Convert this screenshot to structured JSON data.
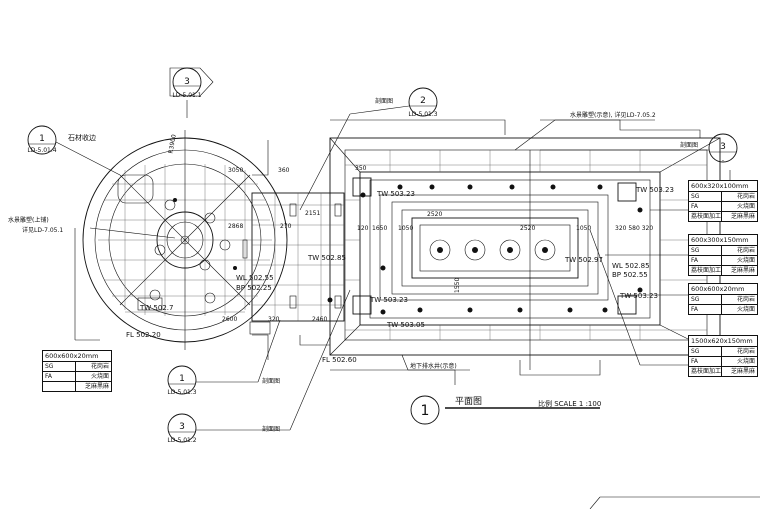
{
  "callouts": {
    "c_top": {
      "num": "3",
      "ref": "LD-5.01.1"
    },
    "c_left": {
      "num": "1",
      "ref": "LD-5.01.4"
    },
    "c_mid": {
      "num": "2",
      "ref": "LD-5.01.3"
    },
    "c_right": {
      "num": "3",
      "ref": "-"
    },
    "c_b1": {
      "num": "1",
      "ref": "LD-5.01.3"
    },
    "c_b2": {
      "num": "3",
      "ref": "LD-5.01.2"
    }
  },
  "labels": {
    "stone_edge": "石材收边",
    "water_feature_left_1": "水景雕塑(上铺)",
    "water_feature_left_2": "详见LD-7.05.1",
    "water_feature_right": "水景雕塑(示意), 详见LD-7.05.2",
    "section_mid": "剖面图",
    "section_right": "剖面图",
    "section_b1": "剖面图",
    "section_b2": "剖面图",
    "drain_note": "地下排水井(示意)",
    "dim_r": "R3900"
  },
  "elevations": {
    "tw_1": "TW 503.23",
    "tw_2": "TW 502.85",
    "tw_3": "TW 502.97",
    "tw_4": "TW 503.23",
    "tw_5": "TW 503.23",
    "tw_6": "TW 503.05",
    "tw_7": "TW 502.7",
    "wl_1": "WL 502.55",
    "bp_1": "BP 502.25",
    "wl_2": "WL 502.85",
    "bp_2": "BP 502.55",
    "fl_1": "FL 502.20",
    "fl_2": "FL 502.60"
  },
  "dimensions": {
    "d3050": "3050",
    "d360": "360",
    "d2868": "2868",
    "d2151": "2151",
    "d270": "270",
    "d320": "320",
    "d2520": "2520",
    "d2520b": "2520",
    "d1050": "1050",
    "d1050b": "1050",
    "d120": "120",
    "d1650": "1650",
    "d1550": "1550",
    "d2460": "2460",
    "d2600": "2600",
    "d350": "350",
    "d580": "320 580 320"
  },
  "material_tables": [
    {
      "spec": "600x320x100mm",
      "rows": [
        [
          "SG",
          "花岗岩"
        ],
        [
          "FA",
          "火烧面"
        ],
        [
          "荔枝面加工",
          "芝麻黑麻"
        ]
      ]
    },
    {
      "spec": "600x300x150mm",
      "rows": [
        [
          "SG",
          "花岗岩"
        ],
        [
          "FA",
          "火烧面"
        ],
        [
          "荔枝面加工",
          "芝麻黑麻"
        ]
      ]
    },
    {
      "spec": "600x600x20mm",
      "rows": [
        [
          "SG",
          "花岗岩"
        ],
        [
          "FA",
          "火烧面"
        ]
      ]
    },
    {
      "spec": "1500x620x150mm",
      "rows": [
        [
          "SG",
          "花岗岩"
        ],
        [
          "FA",
          "火烧面"
        ],
        [
          "荔枝面加工",
          "芝麻黑麻"
        ]
      ]
    },
    {
      "spec": "600x600x20mm",
      "rows": [
        [
          "SG",
          "花岗岩"
        ],
        [
          "FA",
          "火烧面"
        ],
        [
          "",
          "芝麻黑麻"
        ]
      ]
    }
  ],
  "title_block": {
    "num": "1",
    "title": "平面图",
    "scale": "比例 SCALE 1 :100"
  }
}
